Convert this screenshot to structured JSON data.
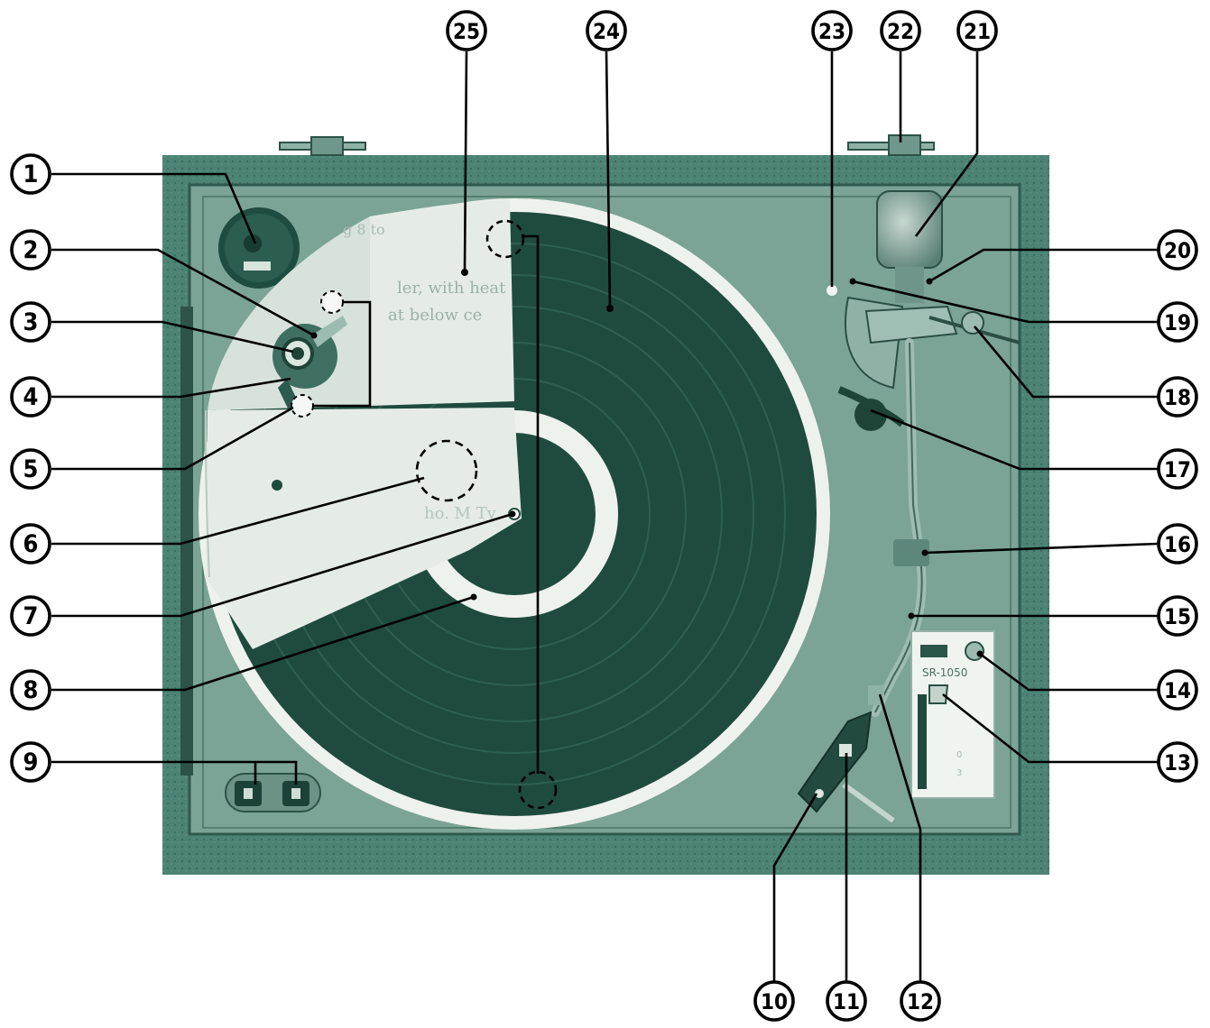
{
  "callouts": [
    "1",
    "2",
    "3",
    "4",
    "5",
    "6",
    "7",
    "8",
    "9",
    "10",
    "11",
    "12",
    "13",
    "14",
    "15",
    "16",
    "17",
    "18",
    "19",
    "20",
    "21",
    "22",
    "23",
    "24",
    "25"
  ],
  "panel": {
    "model": "SR-1050",
    "scale_top": "",
    "scale_bottom": "",
    "scale_marks": [
      "0",
      "3"
    ]
  },
  "overlay": {
    "line1": "ler, with heat",
    "line2": "at below ce",
    "line3": "ho. M Ty",
    "line4": "g 8 to"
  },
  "colors": {
    "plinth": "#4d8577",
    "deck": "#7aa498",
    "record": "#1f4b3e",
    "paper": "#e4ebe6",
    "mat_ring": "#eef2ee"
  }
}
